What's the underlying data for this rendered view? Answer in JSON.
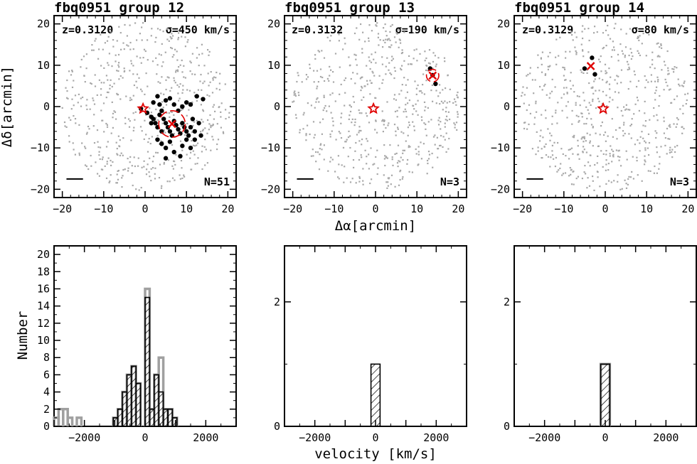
{
  "chart_data": [
    {
      "type": "scatter",
      "title": "fbq0951 group 12",
      "redshift_label": "z=0.3120",
      "sigma_label": "σ=450 km/s",
      "n_label": "N=51",
      "xlim": [
        -22,
        22
      ],
      "ylim": [
        -22,
        22
      ],
      "xticks": [
        "−20",
        "−10",
        "0",
        "10",
        "20"
      ],
      "yticks": [
        "−20",
        "−10",
        "0",
        "10",
        "20"
      ],
      "ylabel": "Δδ[arcmin]",
      "target_star": [
        -0.5,
        -0.5
      ],
      "group_center": [
        6.5,
        -4.2
      ],
      "circle_radius": 3.2,
      "members": [
        [
          -1,
          -0.5
        ],
        [
          0.5,
          -1.5
        ],
        [
          1.5,
          -2.5
        ],
        [
          2,
          -3
        ],
        [
          2.5,
          -4
        ],
        [
          3,
          -5
        ],
        [
          3.5,
          -2
        ],
        [
          4,
          -1
        ],
        [
          4.5,
          -3
        ],
        [
          5,
          -4
        ],
        [
          5.5,
          -5
        ],
        [
          6,
          -6
        ],
        [
          6.5,
          -7
        ],
        [
          7,
          -3.5
        ],
        [
          7.5,
          -4.5
        ],
        [
          8,
          -5.5
        ],
        [
          8.5,
          -6.5
        ],
        [
          9,
          -4
        ],
        [
          9.5,
          -5
        ],
        [
          10,
          -6
        ],
        [
          10.5,
          -7
        ],
        [
          11,
          -5
        ],
        [
          11.5,
          -3
        ],
        [
          12,
          -8
        ],
        [
          13,
          -4
        ],
        [
          13.5,
          -7
        ],
        [
          3,
          -8
        ],
        [
          4,
          -9
        ],
        [
          5,
          -10
        ],
        [
          7,
          -11
        ],
        [
          8.5,
          -12
        ],
        [
          5,
          -12.5
        ],
        [
          2,
          1
        ],
        [
          3.5,
          0.5
        ],
        [
          5,
          1.5
        ],
        [
          6,
          2
        ],
        [
          7,
          0.5
        ],
        [
          8,
          -1
        ],
        [
          9,
          0
        ],
        [
          10,
          1
        ],
        [
          11,
          0.5
        ],
        [
          12.5,
          2.5
        ],
        [
          14,
          1.8
        ],
        [
          3,
          2.5
        ],
        [
          4,
          -6
        ],
        [
          6,
          -8.5
        ],
        [
          9,
          -9.5
        ],
        [
          10,
          -8
        ],
        [
          11,
          -10
        ],
        [
          1.5,
          -4
        ],
        [
          12,
          -6
        ]
      ]
    },
    {
      "type": "scatter",
      "title": "fbq0951 group 13",
      "redshift_label": "z=0.3132",
      "sigma_label": "σ=190 km/s",
      "n_label": "N=3",
      "xlim": [
        -22,
        22
      ],
      "ylim": [
        -22,
        22
      ],
      "xticks": [
        "−20",
        "−10",
        "0",
        "10",
        "20"
      ],
      "yticks": [
        "−20",
        "−10",
        "0",
        "10",
        "20"
      ],
      "xlabel": "Δα[arcmin]",
      "target_star": [
        -0.5,
        -0.5
      ],
      "group_center": [
        13.8,
        7.5
      ],
      "circle_radius": 1.5,
      "members": [
        [
          13.2,
          9.2
        ],
        [
          14.5,
          5.5
        ],
        [
          13.8,
          7.6
        ]
      ]
    },
    {
      "type": "scatter",
      "title": "fbq0951 group 14",
      "redshift_label": "z=0.3129",
      "sigma_label": "σ=80 km/s",
      "n_label": "N=3",
      "xlim": [
        -22,
        22
      ],
      "ylim": [
        -22,
        22
      ],
      "xticks": [
        "−20",
        "−10",
        "0",
        "10",
        "20"
      ],
      "yticks": [
        "−20",
        "−10",
        "0",
        "10",
        "20"
      ],
      "target_star": [
        -0.5,
        -0.5
      ],
      "group_center": [
        -3.5,
        9.8
      ],
      "circle_radius": 0,
      "members": [
        [
          -3.2,
          11.8
        ],
        [
          -5,
          9.2
        ],
        [
          -2.5,
          7.8
        ]
      ]
    },
    {
      "type": "histogram",
      "xlim": [
        -3000,
        3000
      ],
      "ylim": [
        0,
        21
      ],
      "xticks": [
        "−2000",
        "0",
        "2000"
      ],
      "yticks": [
        "0",
        "2",
        "4",
        "6",
        "8",
        "10",
        "12",
        "14",
        "16",
        "18",
        "20"
      ],
      "ylabel": "Number",
      "bin_width": 150,
      "hatched_bins": [
        [
          -1050,
          1
        ],
        [
          -900,
          2
        ],
        [
          -750,
          4
        ],
        [
          -600,
          6
        ],
        [
          -450,
          7
        ],
        [
          -300,
          5
        ],
        [
          -150,
          0
        ],
        [
          0,
          15
        ],
        [
          150,
          2
        ],
        [
          300,
          6
        ],
        [
          450,
          4
        ],
        [
          600,
          2
        ],
        [
          750,
          2
        ],
        [
          900,
          1
        ]
      ],
      "outline_bins": [
        [
          -3000,
          1
        ],
        [
          -2850,
          2
        ],
        [
          -2700,
          2
        ],
        [
          -2550,
          1
        ],
        [
          -2400,
          0
        ],
        [
          -2250,
          1
        ],
        [
          -1050,
          1
        ],
        [
          -900,
          2
        ],
        [
          -750,
          4
        ],
        [
          -600,
          6
        ],
        [
          -450,
          7
        ],
        [
          -300,
          5
        ],
        [
          -150,
          0
        ],
        [
          0,
          16
        ],
        [
          150,
          2
        ],
        [
          300,
          6
        ],
        [
          450,
          8
        ],
        [
          600,
          2
        ],
        [
          750,
          2
        ],
        [
          900,
          1
        ]
      ]
    },
    {
      "type": "histogram",
      "xlim": [
        -3000,
        3000
      ],
      "ylim": [
        0,
        2.9
      ],
      "xticks": [
        "−2000",
        "0",
        "2000"
      ],
      "yticks": [
        "0",
        "2"
      ],
      "xlabel": "velocity [km/s]",
      "bin_width": 300,
      "hatched_bins": [
        [
          -150,
          1
        ]
      ],
      "outline_bins": []
    },
    {
      "type": "histogram",
      "xlim": [
        -3000,
        3000
      ],
      "ylim": [
        0,
        2.9
      ],
      "xticks": [
        "−2000",
        "0",
        "2000"
      ],
      "yticks": [
        "0",
        "2"
      ],
      "bin_width": 300,
      "hatched_bins": [
        [
          -150,
          1
        ]
      ],
      "outline_bins": [
        [
          -150,
          1
        ]
      ]
    }
  ]
}
